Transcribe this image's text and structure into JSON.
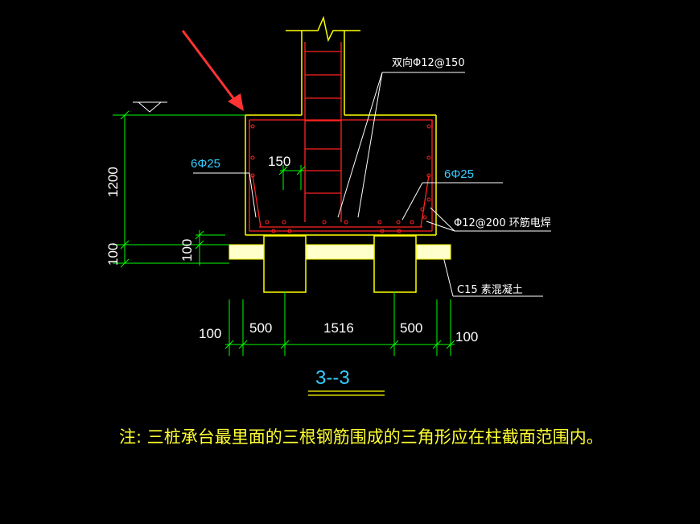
{
  "section_title": "3--3",
  "labels": {
    "rebar_top": "双向Φ12@150",
    "rebar_left": "6Φ25",
    "rebar_right": "6Φ25",
    "dim_150": "150",
    "stirrup": "Φ12@200 环筋电焊",
    "concrete": "C15 素混凝土",
    "dim_1200": "1200",
    "dim_100_left": "100",
    "dim_100_mid": "100"
  },
  "dimensions": {
    "d1": "100",
    "d2": "500",
    "d3": "1516",
    "d4": "500",
    "d5": "100"
  },
  "note": "注: 三桩承台最里面的三根钢筋围成的三角形应在柱截面范围内。",
  "colors": {
    "structure": "#ffff00",
    "rebar": "#ff2222",
    "dimension": "#00ff00",
    "text_cyan": "#33ccff",
    "arrow": "#ff3333"
  }
}
